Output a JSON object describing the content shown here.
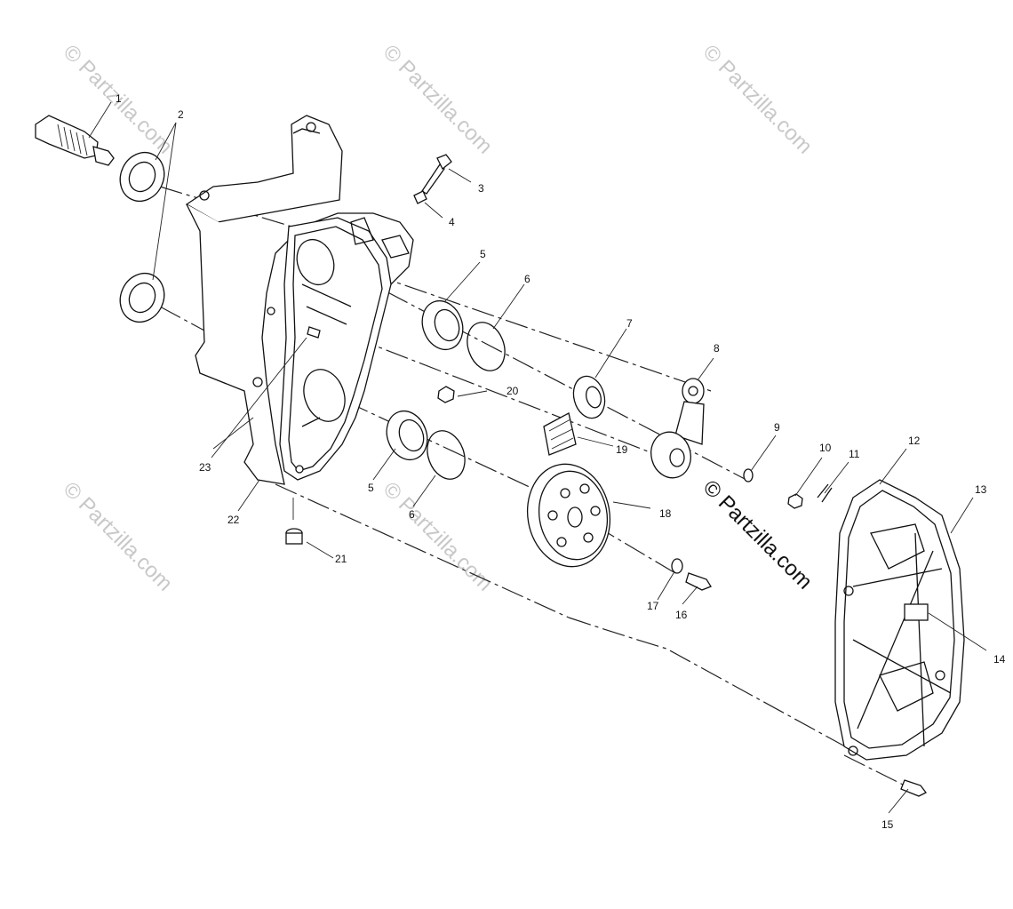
{
  "watermark": {
    "faint_text": "© Partzilla.com",
    "main_text": "© Partzilla.com"
  },
  "callouts": [
    "1",
    "2",
    "3",
    "4",
    "5",
    "6",
    "7",
    "8",
    "9",
    "10",
    "11",
    "12",
    "13",
    "14",
    "15",
    "16",
    "17",
    "18",
    "19",
    "20",
    "21",
    "22",
    "23",
    "5",
    "6"
  ]
}
